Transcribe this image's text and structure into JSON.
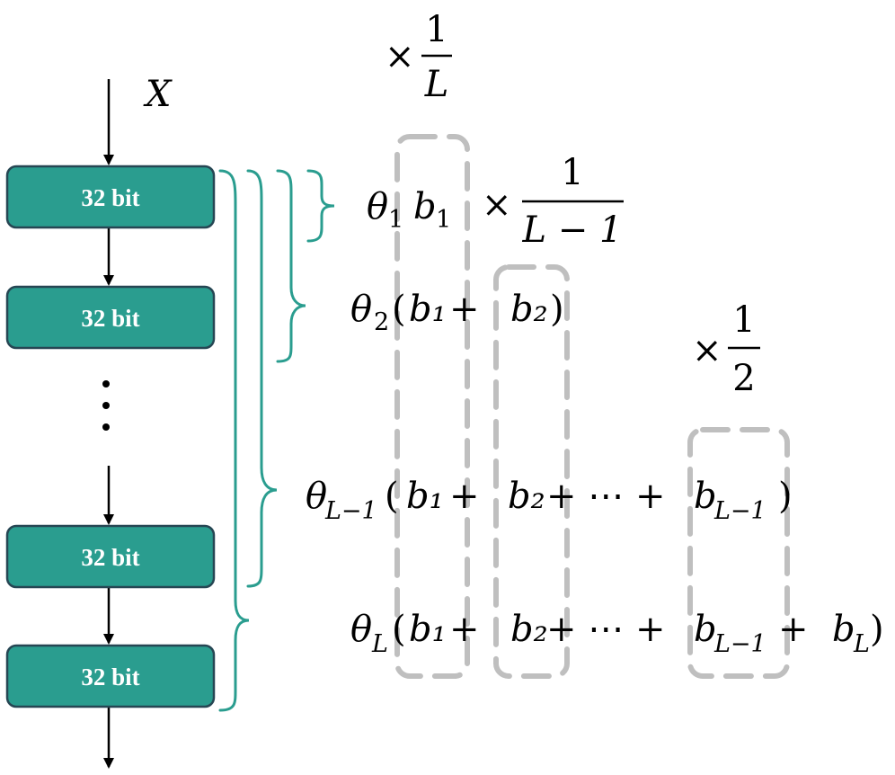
{
  "input_label": "X",
  "blocks": [
    {
      "label": "32 bit"
    },
    {
      "label": "32 bit"
    },
    {
      "label": "32 bit"
    },
    {
      "label": "32 bit"
    }
  ],
  "colors": {
    "block_fill": "#2a9d8f",
    "block_border": "#264653",
    "brace": "#2a9d8f",
    "dashed_box": "#bfbfbf",
    "arrow": "#000000"
  },
  "scale_factors": [
    {
      "prefix": "×",
      "numerator": "1",
      "denominator": "L"
    },
    {
      "prefix": "×",
      "numerator": "1",
      "denominator": "L − 1"
    },
    {
      "prefix": "×",
      "numerator": "1",
      "denominator": "2"
    }
  ],
  "formulas": [
    {
      "theta": "θ",
      "theta_sub": "1",
      "body": "b",
      "body_sub": "1"
    },
    {
      "theta": "θ",
      "theta_sub": "2",
      "expr": [
        "(",
        "b₁",
        " + ",
        "b₂",
        ")"
      ]
    },
    {
      "theta": "θ",
      "theta_sub": "L−1",
      "expr": [
        "(",
        "b₁",
        " + ",
        "b₂",
        " + ⋯ + ",
        "b_{L−1}",
        ")"
      ]
    },
    {
      "theta": "θ",
      "theta_sub": "L",
      "expr": [
        "(",
        "b₁",
        " + ",
        "b₂",
        " + ⋯ + ",
        "b_{L−1}",
        " + ",
        "b_L",
        ")"
      ]
    }
  ]
}
